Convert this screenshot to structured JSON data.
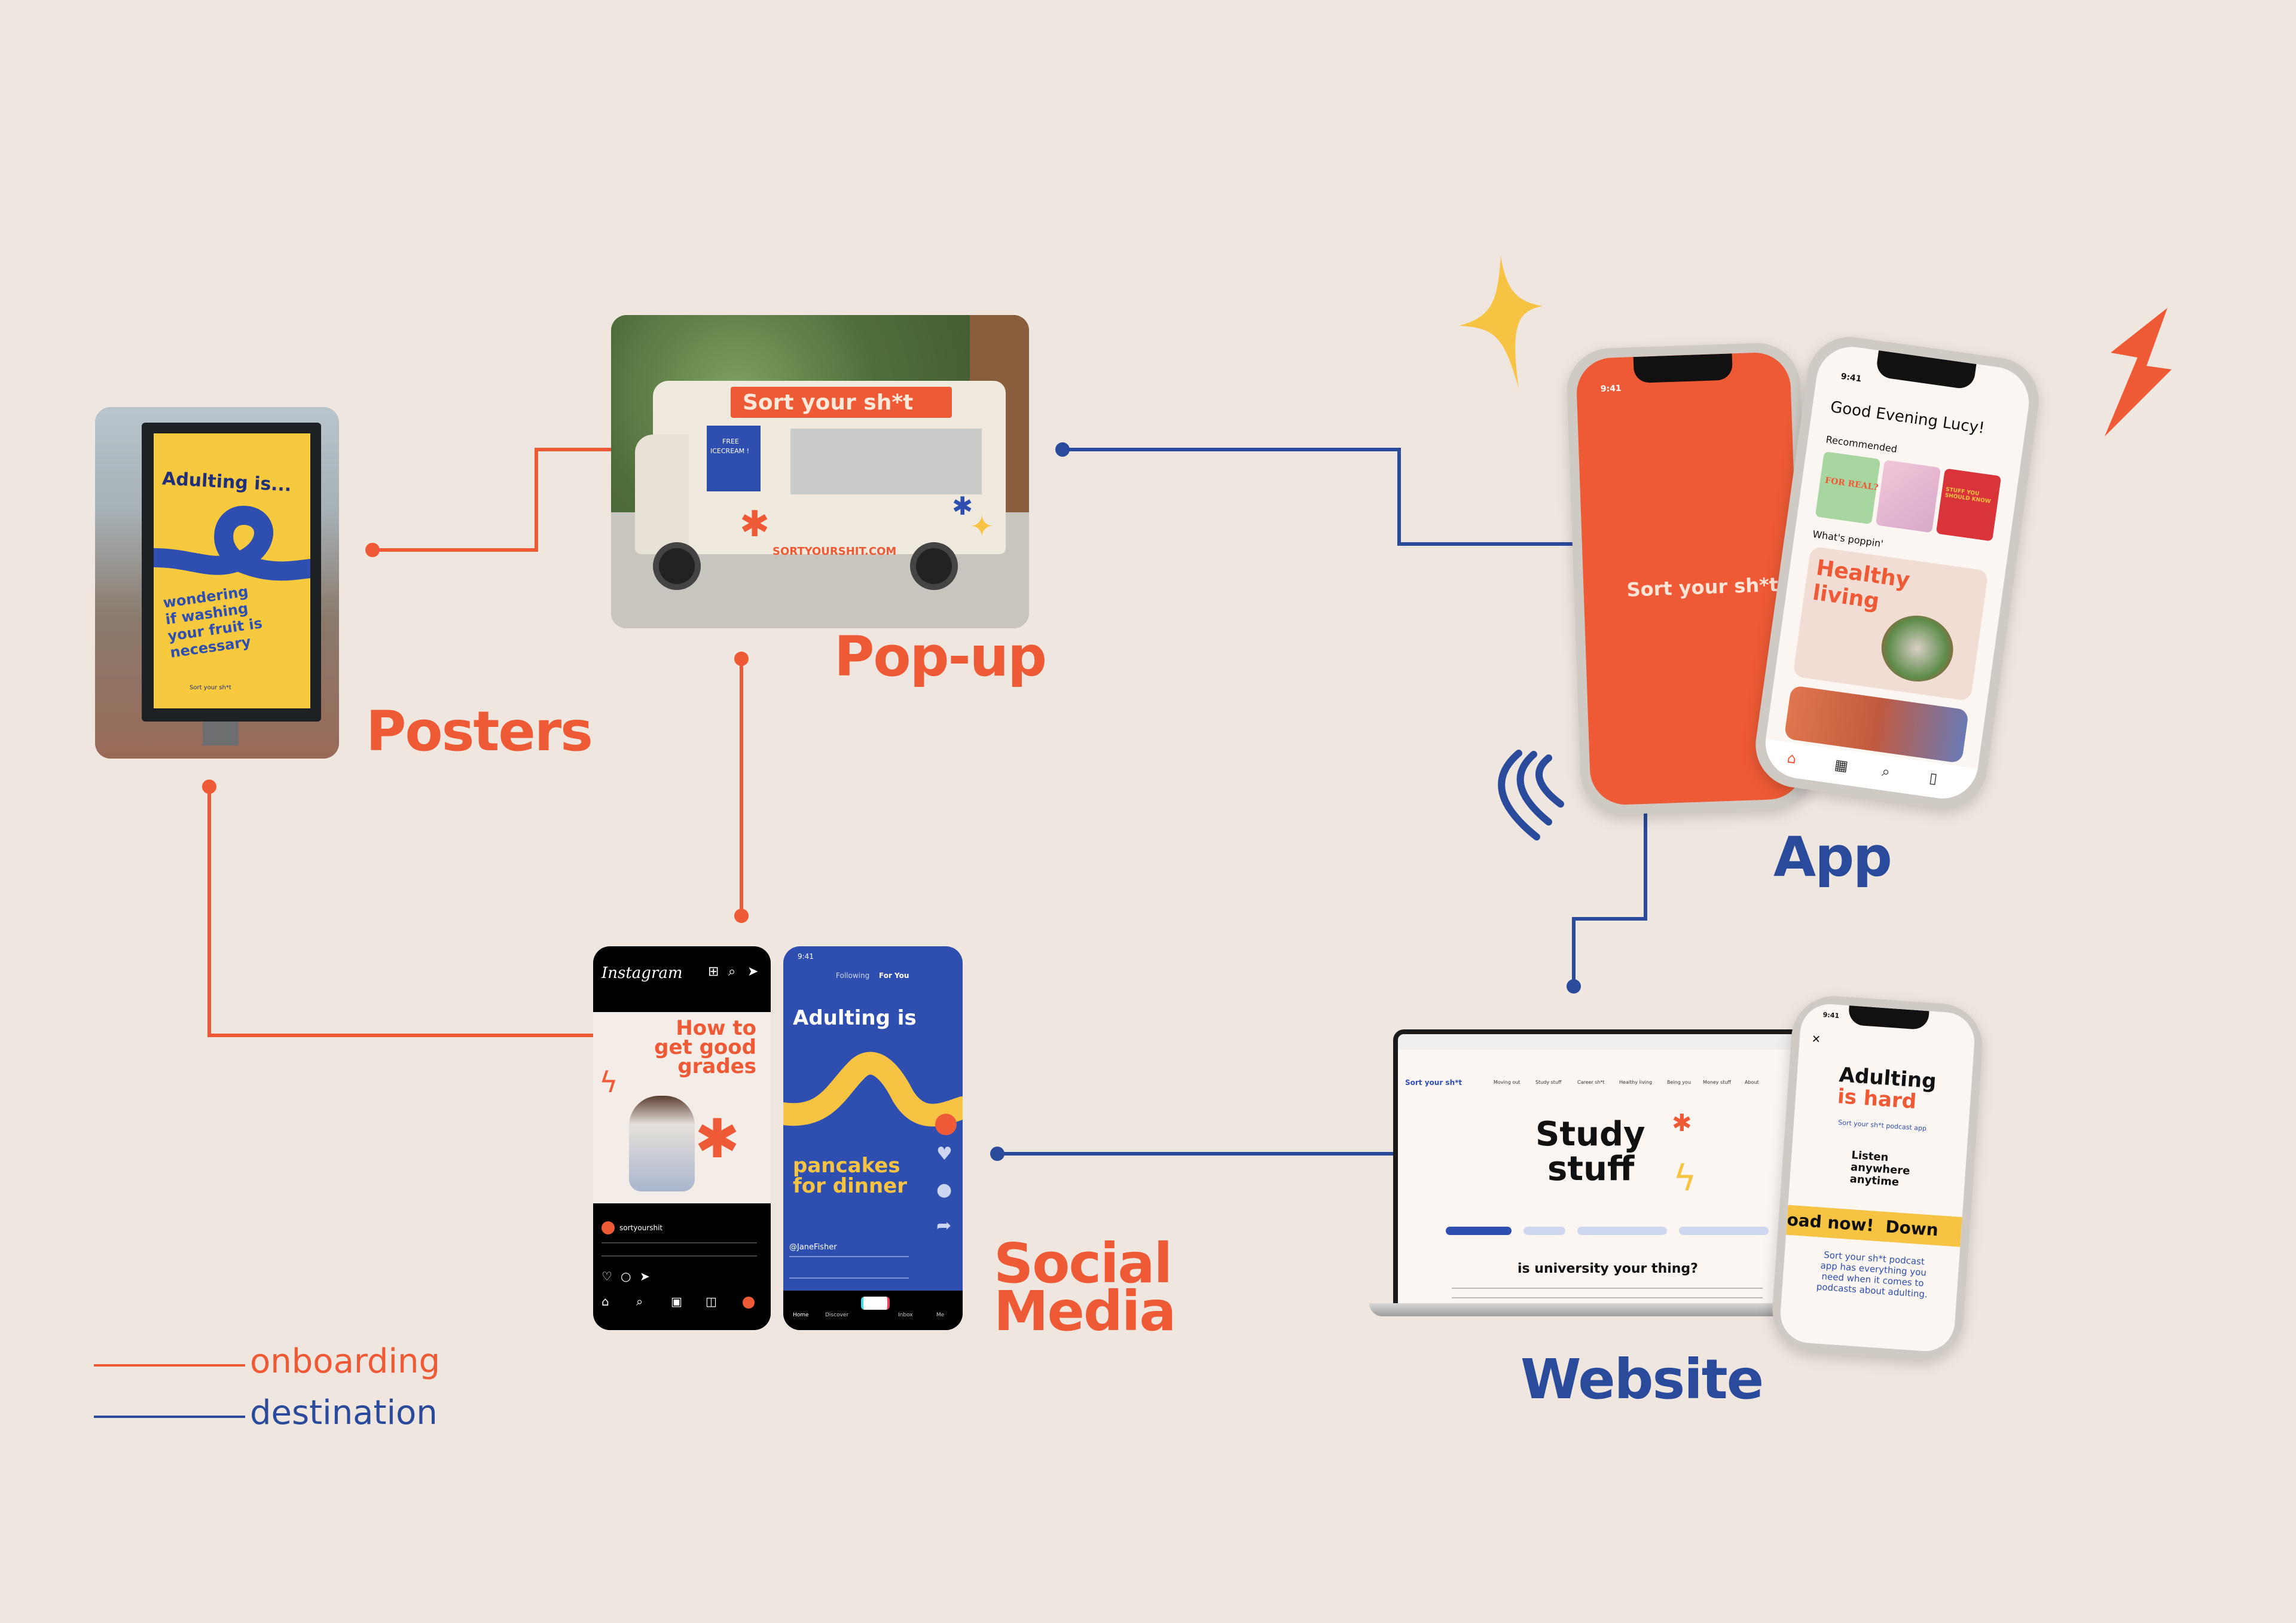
{
  "labels": {
    "posters": "Posters",
    "popup": "Pop-up",
    "app": "App",
    "social": "Social",
    "media": "Media",
    "website": "Website"
  },
  "legend": {
    "onboarding": "onboarding",
    "destination": "destination"
  },
  "colors": {
    "background": "#f0e6e0",
    "onboarding": "#ee5a35",
    "destination": "#2a4a9c",
    "yellow": "#f6c343"
  },
  "poster": {
    "headline": "Adulting is...",
    "body_lines": [
      "wondering",
      "if washing",
      "your fruit is",
      "necessary"
    ],
    "brand": "Sort your sh*t"
  },
  "truck": {
    "sign": "Sort your sh*t",
    "window_sign_lines": [
      "FREE",
      "ICECREAM !"
    ],
    "url": "SORTYOURSHIT.COM"
  },
  "app": {
    "splash_time": "9:41",
    "splash_brand": "Sort your sh*t",
    "home_time": "9:41",
    "greeting": "Good Evening Lucy!",
    "recommended": "Recommended",
    "rec_cards": [
      "FOR REAL?",
      "",
      "STUFF YOU SHOULD KNOW"
    ],
    "whats_poppin": "What's poppin'",
    "feature_title_lines": [
      "Healthy",
      "living"
    ]
  },
  "social": {
    "ig_logo": "Instagram",
    "ig_post_lines": [
      "How to",
      "get good",
      "grades"
    ],
    "ig_username": "sortyourshit",
    "tiktok_time": "9:41",
    "tiktok_tabs": [
      "Following",
      "For You"
    ],
    "tiktok_title": "Adulting is",
    "tiktok_caption_lines": [
      "pancakes",
      "for dinner"
    ],
    "tiktok_user": "@JaneFisher",
    "tiktok_nav": [
      "Home",
      "Discover",
      "",
      "Inbox",
      "Me"
    ]
  },
  "website": {
    "logo": "Sort your sh*t",
    "nav": [
      "Moving out",
      "Study stuff",
      "Career sh*t",
      "Healthy living",
      "Being you",
      "Money stuff",
      "About"
    ],
    "hero_lines": [
      "Study",
      "stuff"
    ],
    "question": "is university your thing?",
    "mobile_time": "9:41",
    "mobile_hero_lines": [
      "Adulting",
      "is hard"
    ],
    "mobile_sub": "Sort your sh*t podcast app",
    "mobile_listen_lines": [
      "Listen",
      "anywhere",
      "anytime"
    ],
    "mobile_banner": "oad now!  Down",
    "mobile_body_lines": [
      "Sort your sh*t podcast",
      "app has everything you",
      "need when it comes to",
      "podcasts about adulting."
    ]
  }
}
